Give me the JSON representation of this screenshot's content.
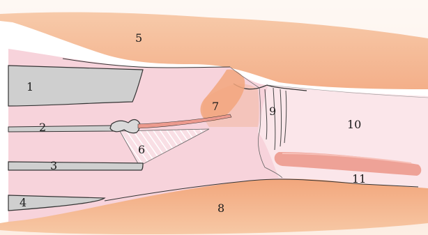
{
  "labels": {
    "l1": "1",
    "l2": "2",
    "l3": "3",
    "l4": "4",
    "l5": "5",
    "l6": "6",
    "l7": "7",
    "l8": "8",
    "l9": "9",
    "l10": "10",
    "l11": "11"
  },
  "colors": {
    "background": "#ffffff",
    "tissue_pink": "#f7d3db",
    "tissue_light": "#fbe6ea",
    "orange_tissue": "#f2a67c",
    "orange_light": "#f7c9a6",
    "salmon_band": "#ec9a8e",
    "instrument_gray": "#cfcfcf",
    "outline": "#333333"
  }
}
